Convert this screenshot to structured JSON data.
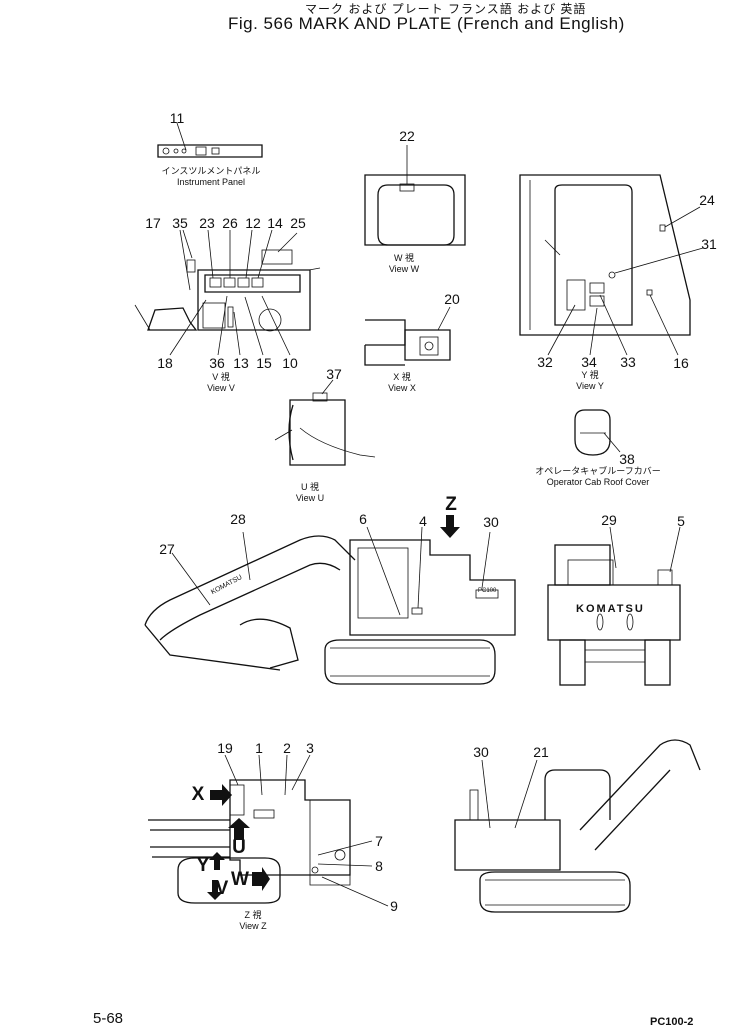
{
  "header": {
    "title_jp": "マーク および プレート フランス語 および 英語",
    "title_en": "Fig. 566  MARK AND PLATE (French and English)"
  },
  "captions": {
    "instrument_panel_jp": "インスツルメントパネル",
    "instrument_panel_en": "Instrument Panel",
    "view_w_jp": "W 視",
    "view_w_en": "View W",
    "view_v_jp": "V 視",
    "view_v_en": "View V",
    "view_x_jp": "X 視",
    "view_x_en": "View X",
    "view_y_jp": "Y 視",
    "view_y_en": "View Y",
    "view_u_jp": "U 視",
    "view_u_en": "View U",
    "roof_cover_jp": "オペレータキャブルーフカバー",
    "roof_cover_en": "Operator Cab Roof Cover",
    "view_z_jp": "Z 視",
    "view_z_en": "View Z"
  },
  "callouts": [
    "1",
    "2",
    "3",
    "4",
    "5",
    "6",
    "7",
    "8",
    "9",
    "10",
    "11",
    "12",
    "13",
    "14",
    "15",
    "16",
    "17",
    "18",
    "19",
    "20",
    "21",
    "22",
    "23",
    "24",
    "25",
    "26",
    "27",
    "28",
    "29",
    "30",
    "31",
    "32",
    "33",
    "34",
    "35",
    "36",
    "37",
    "38"
  ],
  "arrows": {
    "x": "X",
    "u": "U",
    "y": "Y",
    "v": "V",
    "w": "W",
    "z": "Z"
  },
  "machine_text": {
    "boom_brand": "KOMATSU",
    "rear_brand": "KOMATSU",
    "model": "PC100"
  },
  "footer": {
    "page": "5-68",
    "model_code": "PC100-2"
  }
}
